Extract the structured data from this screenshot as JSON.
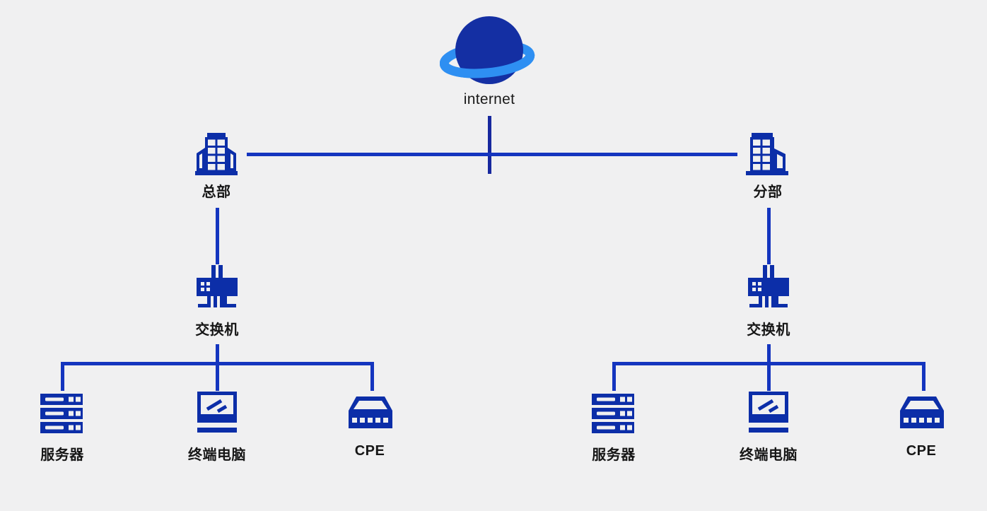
{
  "diagram_title": "",
  "colors": {
    "background": "#f0f0f1",
    "icon_blue": "#0c2ea8",
    "line_blue": "#1435bf",
    "internet_line_blue": "#17289e",
    "globe_sphere_blue": "#142fa3",
    "globe_ring_blue": "#2e8ff2",
    "text": "#161616"
  },
  "internet": {
    "label": "internet"
  },
  "sites": [
    {
      "name": "headquarters",
      "building_label": "总部",
      "switch_label": "交换机",
      "devices": [
        {
          "type": "server",
          "label": "服务器"
        },
        {
          "type": "terminal-pc",
          "label": "终端电脑"
        },
        {
          "type": "cpe",
          "label": "CPE"
        }
      ]
    },
    {
      "name": "branch",
      "building_label": "分部",
      "switch_label": "交换机",
      "devices": [
        {
          "type": "server",
          "label": "服务器"
        },
        {
          "type": "terminal-pc",
          "label": "终端电脑"
        },
        {
          "type": "cpe",
          "label": "CPE"
        }
      ]
    }
  ]
}
